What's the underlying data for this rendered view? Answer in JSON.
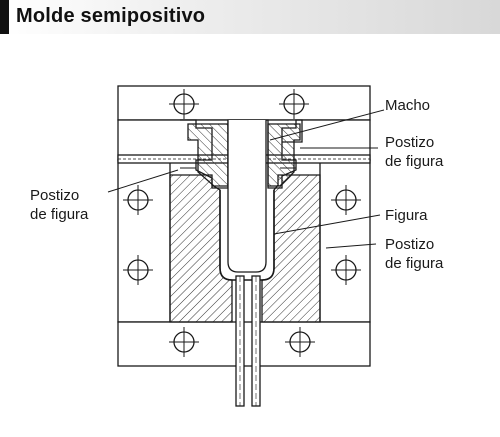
{
  "header": {
    "title": "Molde semipositivo"
  },
  "labels": {
    "macho": "Macho",
    "postizo_right_top_1": "Postizo",
    "postizo_right_top_2": "de figura",
    "postizo_left_1": "Postizo",
    "postizo_left_2": "de figura",
    "figura": "Figura",
    "postizo_right_bottom_1": "Postizo",
    "postizo_right_bottom_2": "de figura"
  },
  "colors": {
    "ink": "#1a1a1a",
    "hatch": "#333333"
  }
}
